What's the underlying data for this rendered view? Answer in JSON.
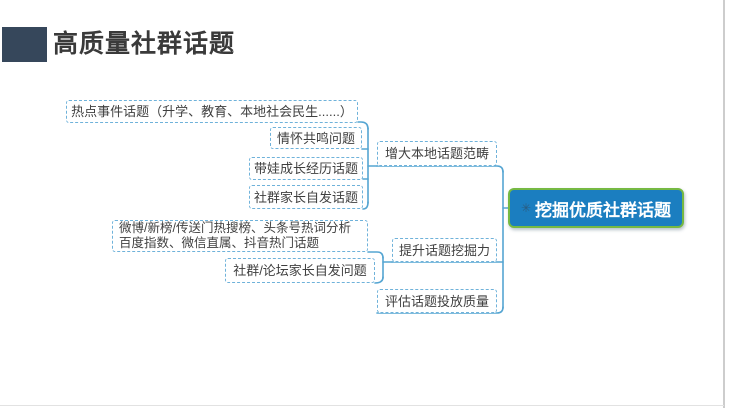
{
  "slide": {
    "title": "高质量社群话题"
  },
  "mindmap": {
    "root": {
      "label": "挖掘优质社群话题",
      "icon_glyph": "✳"
    },
    "branches": {
      "b1": "增大本地话题范畴",
      "b2": "提升话题挖掘力",
      "b3": "评估话题投放质量"
    },
    "topics": {
      "c1": "热点事件话题（升学、教育、本地社会民生......）",
      "c2": "情怀共鸣问题",
      "c3": "带娃成长经历话题",
      "c4": "社群家长自发话题",
      "c5_line1": "微博/新榜/传送门热搜榜、头条号热词分析",
      "c5_line2": "百度指数、微信直属、抖音热门话题",
      "c6": "社群/论坛家长自发问题"
    },
    "colors": {
      "root_background": "#1b7ec0",
      "root_border": "#76b943",
      "connector_line": "#55a5d2",
      "node_dashed_border": "#6fb2da",
      "node_text": "#3f3f3f",
      "title_block": "#36475b"
    }
  }
}
